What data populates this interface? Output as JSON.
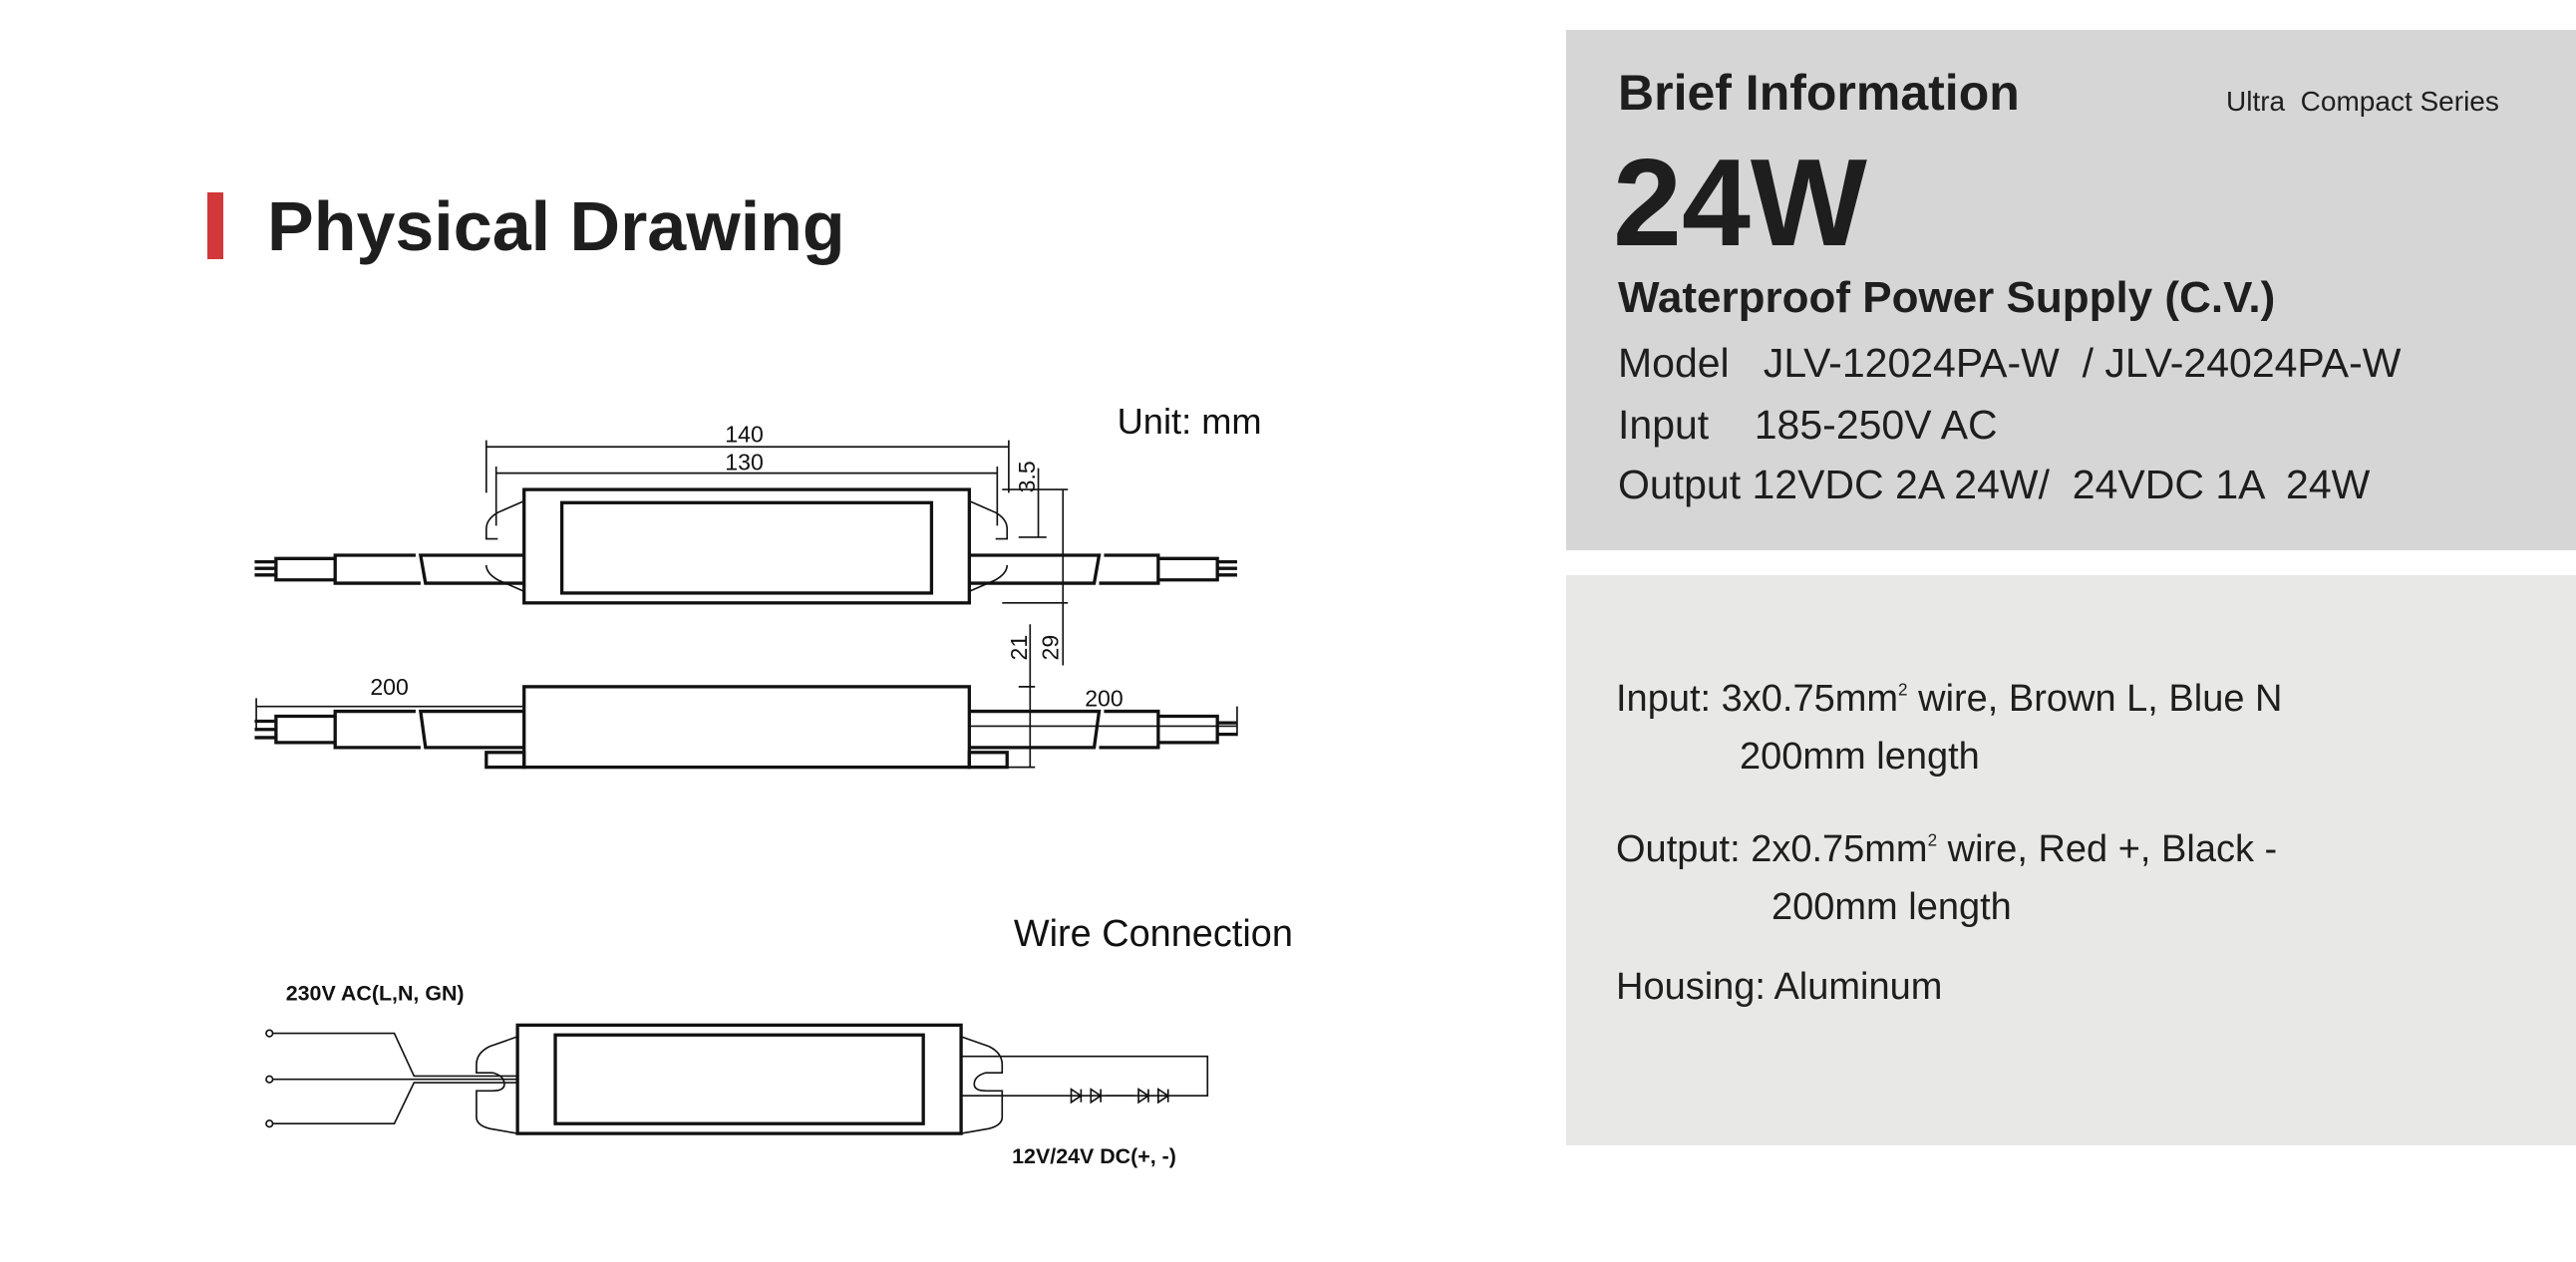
{
  "left": {
    "section_title": "Physical Drawing",
    "unit_label": "Unit: mm",
    "dimensions": {
      "length_overall": "140",
      "length_body": "130",
      "ear_offset": "3.5",
      "height_with_ears": "29",
      "body_height": "21",
      "wire_left": "200",
      "wire_right": "200"
    },
    "wire_connection": {
      "title": "Wire Connection",
      "input_label": "230V AC(L,N, GN)",
      "output_label": "12V/24V DC(+, -)"
    }
  },
  "right": {
    "heading": "Brief Information",
    "series": "Ultra  Compact Series",
    "wattage": "24W",
    "product_type": "Waterproof Power Supply (C.V.)",
    "model": "Model   JLV-12024PA-W  / JLV-24024PA-W",
    "input": "Input    185-250V AC",
    "output": "Output 12VDC 2A 24W/  24VDC 1A  24W",
    "details": {
      "input_a": "Input: 3x0.75mm",
      "input_b": " wire, Brown L, Blue N",
      "input_len": "200mm length",
      "output_a": "Output: 2x0.75mm",
      "output_b": " wire, Red +, Black -",
      "output_len": "200mm length",
      "sup": "2",
      "housing": "Housing: Aluminum"
    }
  },
  "colors": {
    "accent": "#d2383a",
    "panel_top": "#d6d6d6",
    "panel_bottom": "#e8e8e6"
  }
}
